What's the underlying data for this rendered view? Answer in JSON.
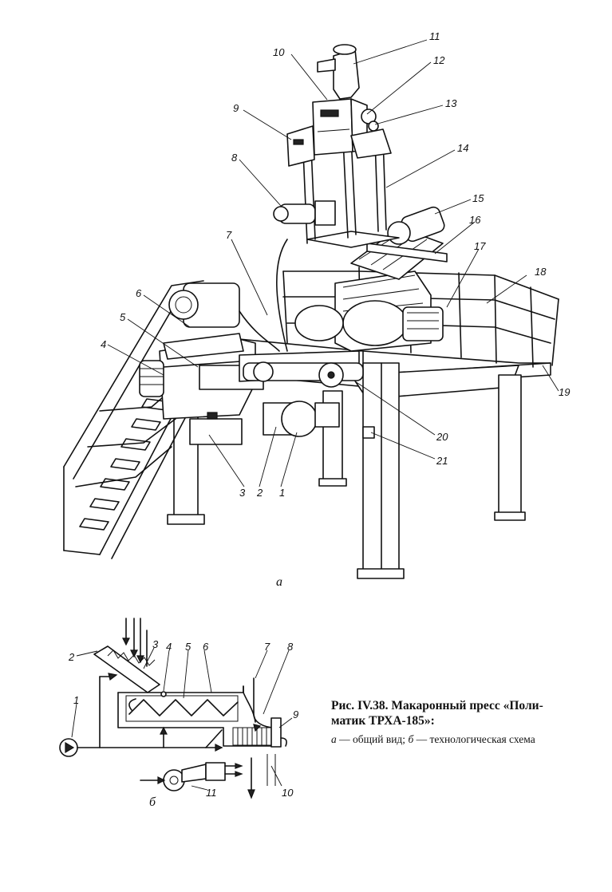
{
  "figure": {
    "general_view_label": "а",
    "scheme_label": "б",
    "general_view_callouts": [
      "1",
      "2",
      "3",
      "4",
      "5",
      "6",
      "7",
      "8",
      "9",
      "10",
      "11",
      "12",
      "13",
      "14",
      "15",
      "16",
      "17",
      "18",
      "19",
      "20",
      "21"
    ],
    "scheme_callouts": [
      "1",
      "2",
      "3",
      "4",
      "5",
      "6",
      "7",
      "8",
      "9",
      "10",
      "11"
    ]
  },
  "caption": {
    "title_line1": "Рис. IV.38. Макаронный пресс «Поли-",
    "title_line2": "матик ТРХА-185»:",
    "legend_a_key": "а",
    "legend_a_text": " — общий вид; ",
    "legend_b_key": "б",
    "legend_b_text": " — технологическая схема"
  }
}
